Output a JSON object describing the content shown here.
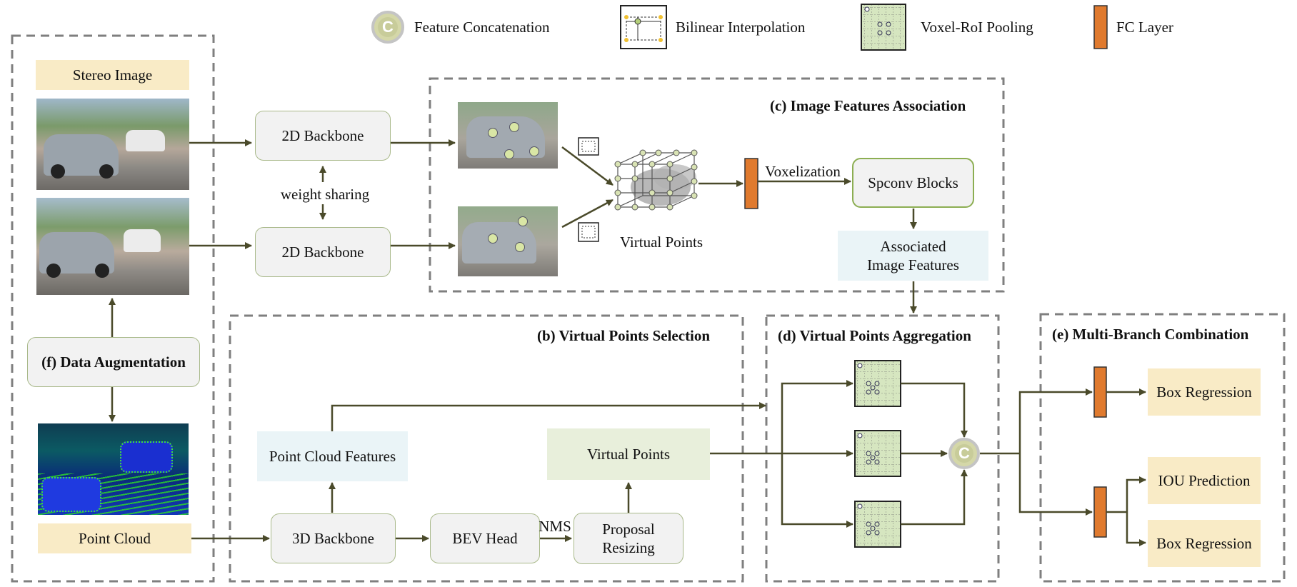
{
  "legend": {
    "concat_symbol": "C",
    "concat": "Feature Concatenation",
    "bilinear": "Bilinear Interpolation",
    "voxel_roi": "Voxel-RoI Pooling",
    "fc": "FC Layer"
  },
  "sections": {
    "c": "(c) Image Features Association",
    "b": "(b) Virtual Points Selection",
    "d": "(d) Virtual Points Aggregation",
    "e": "(e) Multi-Branch Combination"
  },
  "inputs": {
    "stereo_image": "Stereo Image",
    "point_cloud": "Point Cloud",
    "data_aug_prefix": "(f)",
    "data_aug": "Data Augmentation"
  },
  "nodes": {
    "backbone2d_top": "2D Backbone",
    "backbone2d_bottom": "2D Backbone",
    "weight_sharing": "weight sharing",
    "virtual_points_3d": "Virtual Points",
    "voxelization": "Voxelization",
    "spconv": "Spconv Blocks",
    "assoc_line1": "Associated",
    "assoc_line2": "Image Features",
    "pc_features": "Point Cloud Features",
    "virtual_points_box": "Virtual Points",
    "backbone3d": "3D Backbone",
    "bev_head": "BEV Head",
    "nms": "NMS",
    "proposal_line1": "Proposal",
    "proposal_line2": "Resizing",
    "box_reg_1": "Box Regression",
    "iou_pred": "IOU Prediction",
    "box_reg_2": "Box Regression"
  },
  "colors": {
    "arrow": "#4a4a2a",
    "dash": "#7f7f7f",
    "fc_orange": "#e07a2e",
    "box_border": "#a9b98a",
    "grid_green": "#d6e6c0"
  }
}
